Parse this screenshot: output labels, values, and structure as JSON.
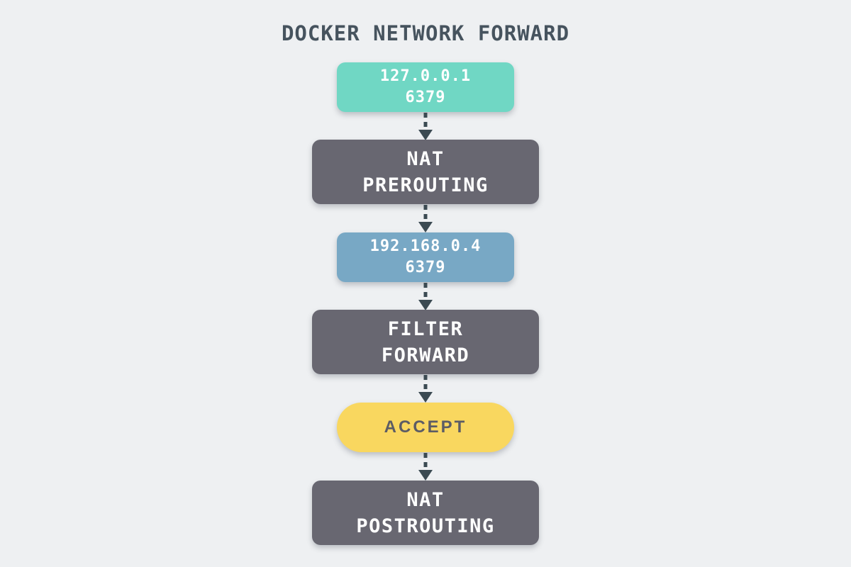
{
  "title": "DOCKER NETWORK FORWARD",
  "colors": {
    "background": "#EEF0F2",
    "title_text": "#46535E",
    "node_teal": "#70D7C4",
    "node_blue": "#78A8C5",
    "node_dark": "#686771",
    "node_yellow": "#F9D75F",
    "node_text_light": "#FFFFFF",
    "accept_text": "#5C5C65",
    "arrow": "#3B4A52"
  },
  "nodes": [
    {
      "id": "source-endpoint",
      "lines": [
        "127.0.0.1",
        "6379"
      ]
    },
    {
      "id": "nat-prerouting",
      "lines": [
        "NAT",
        "PREROUTING"
      ]
    },
    {
      "id": "dest-endpoint",
      "lines": [
        "192.168.0.4",
        "6379"
      ]
    },
    {
      "id": "filter-forward",
      "lines": [
        "FILTER",
        "FORWARD"
      ]
    },
    {
      "id": "accept",
      "lines": [
        "ACCEPT"
      ]
    },
    {
      "id": "nat-postrouting",
      "lines": [
        "NAT",
        "POSTROUTING"
      ]
    }
  ]
}
